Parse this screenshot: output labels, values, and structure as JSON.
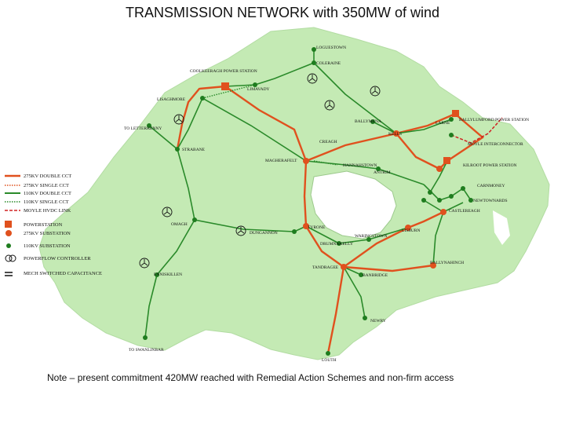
{
  "title": "TRANSMISSION NETWORK with 350MW of wind",
  "note": "Note – present commitment 420MW reached with Remedial Action Schemes and non-firm access",
  "colors": {
    "land": "#c4eab4",
    "lough": "#ffffff",
    "kv275": "#e0511e",
    "kv110": "#2a8a2a",
    "moyle": "#d02020"
  },
  "legend": [
    "275KV DOUBLE CCT",
    "275KV SINGLE CCT",
    "110KV DOUBLE CCT",
    "110KV SINGLE CCT",
    "MOYLE HVDC LINK",
    "POWERSTATION",
    "275KV SUBSTATION",
    "110KV SUBSTATION",
    "POWERFLOW CONTROLLER",
    "MECH SWITCHED CAPACITANCE"
  ],
  "places": {
    "loguestown": "LOGUESTOWN",
    "coleraine": "COLERAINE",
    "coolkeeragh": "COOLKEERAGH POWER STATION",
    "limavady": "LIMAVADY",
    "lisaghmore": "LISAGHMORE",
    "ballymena": "BALLYMENA",
    "larne": "LARNE",
    "ballylumford": "BALLYLUMFORD POWER STATION",
    "letterkenny": "TO LETTERKENNY",
    "kells": "KELLS",
    "creagh": "CREAGH",
    "strabane": "STRABANE",
    "moyle": "MOYLE INTERCONNECTOR",
    "magherafelt": "MAGHERAFELT",
    "kilroot": "KILROOT POWER STATION",
    "hannahstown": "HANNAHSTOWN",
    "antrim": "ANTRIM",
    "carnmoney": "CARNMONEY",
    "newtownards": "NEWTOWNARDS",
    "castlereagh": "CASTLEREAGH",
    "omagh": "OMAGH",
    "tyrone": "TYRONE",
    "dungannon": "DUNGANNON",
    "lisburn": "LISBURN",
    "waringstown": "WARINGSTOWN",
    "drumnakelly": "DRUMNAKELLY",
    "ballynahinch": "BALLYNAHINCH",
    "tandragee": "TANDRAGEE",
    "enniskillen": "ENNISKILLEN",
    "banbridge": "BANBRIDGE",
    "newry": "NEWRY",
    "swanlinbar": "TO SWANLINBAR",
    "louth": "LOUTH"
  }
}
